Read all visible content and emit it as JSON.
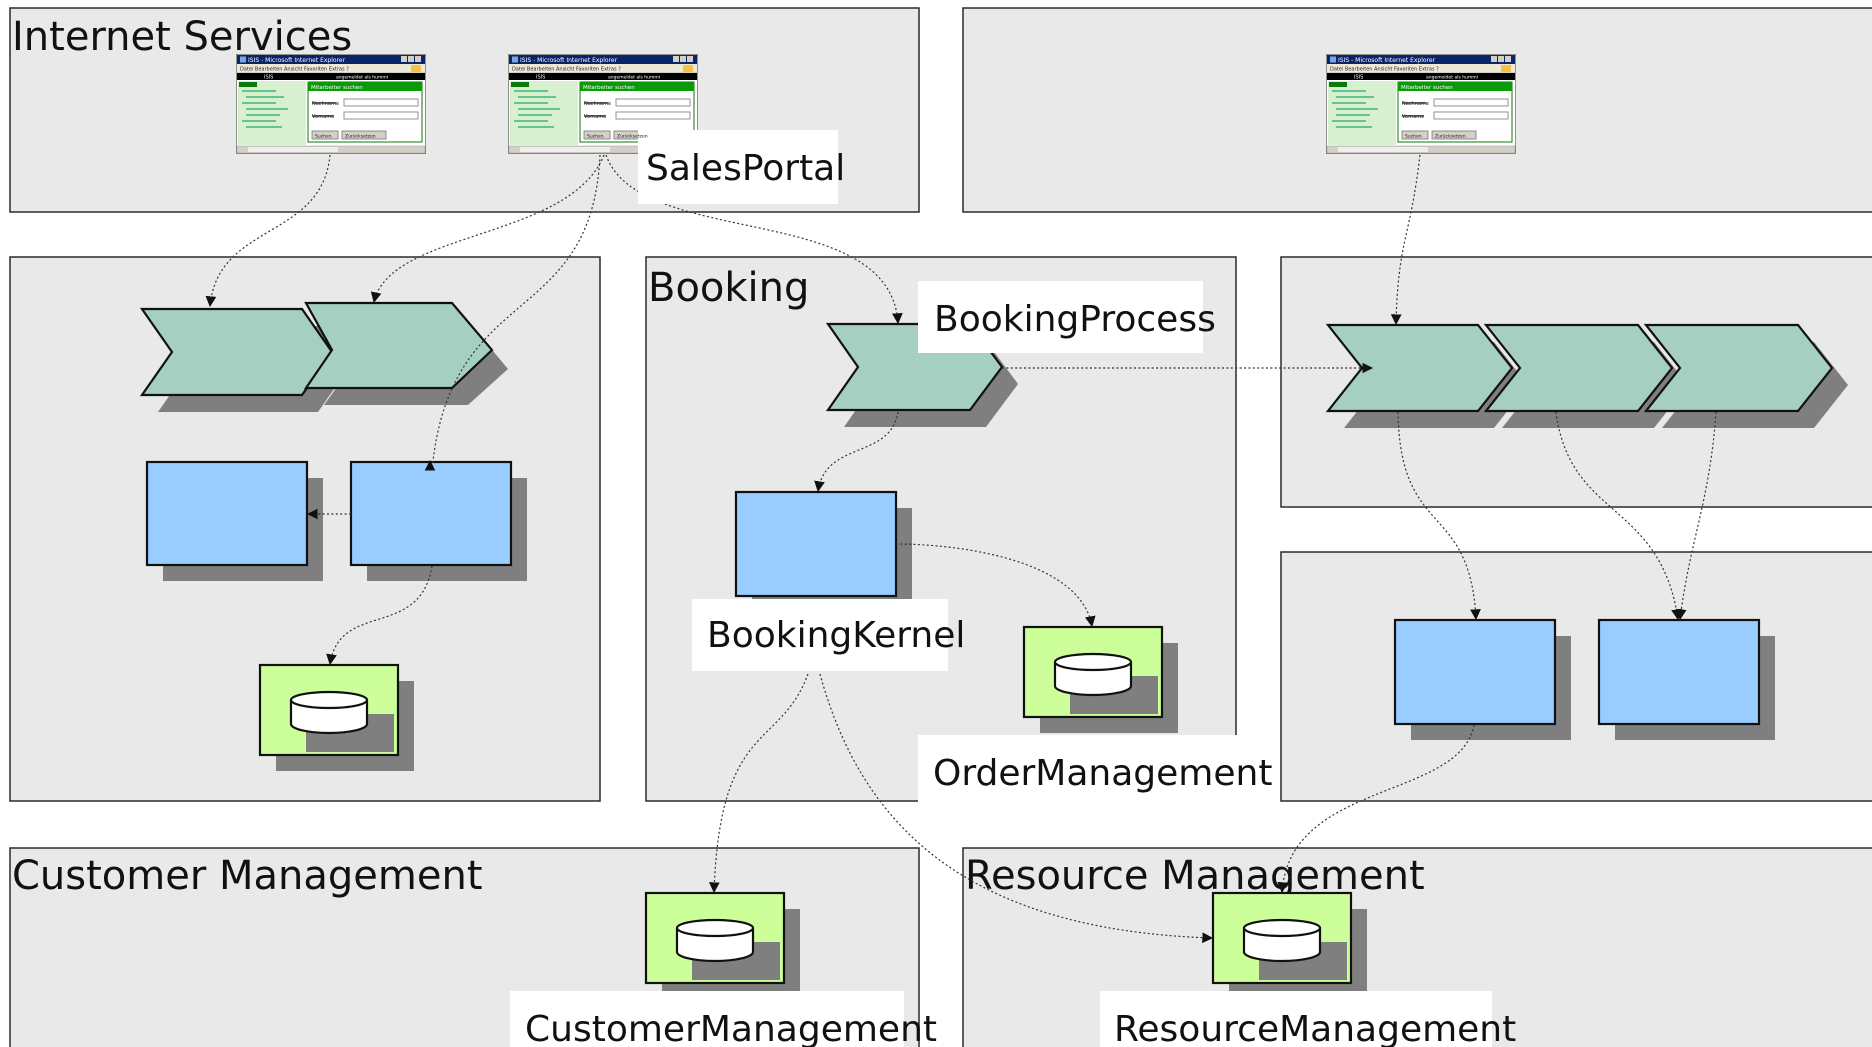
{
  "zones": {
    "internet_services": "Internet Services",
    "booking": "Booking",
    "customer_management": "Customer Management",
    "resource_management": "Resource Management"
  },
  "labels": {
    "sales_portal": "SalesPortal",
    "booking_process": "BookingProcess",
    "booking_kernel": "BookingKernel",
    "order_management": "OrderManagement",
    "customer_management": "CustomerManagement",
    "resource_management": "ResourceManagement"
  },
  "browser_window": {
    "title": "ISIS - Microsoft Internet Explorer",
    "menu": [
      "Datei",
      "Bearbeiten",
      "Ansicht",
      "Favoriten",
      "Extras",
      "?"
    ],
    "app_name": "ISIS",
    "login_status": "angemeldet als hummi",
    "form_title": "Mitarbeiter suchen",
    "fields": [
      "Nachname",
      "Vorname"
    ],
    "buttons": [
      "Suchen",
      "Zurücksetzen"
    ]
  },
  "colors": {
    "zone_fill": "#e9e9e9",
    "process_fill": "#a5cfc1",
    "component_fill": "#99ccff",
    "datastore_fill": "#ccff99",
    "shadow": "#7f7f7f"
  },
  "legend_icons": [
    "process-chevron-icon",
    "component-box-icon",
    "database-icon",
    "browser-window-icon"
  ]
}
